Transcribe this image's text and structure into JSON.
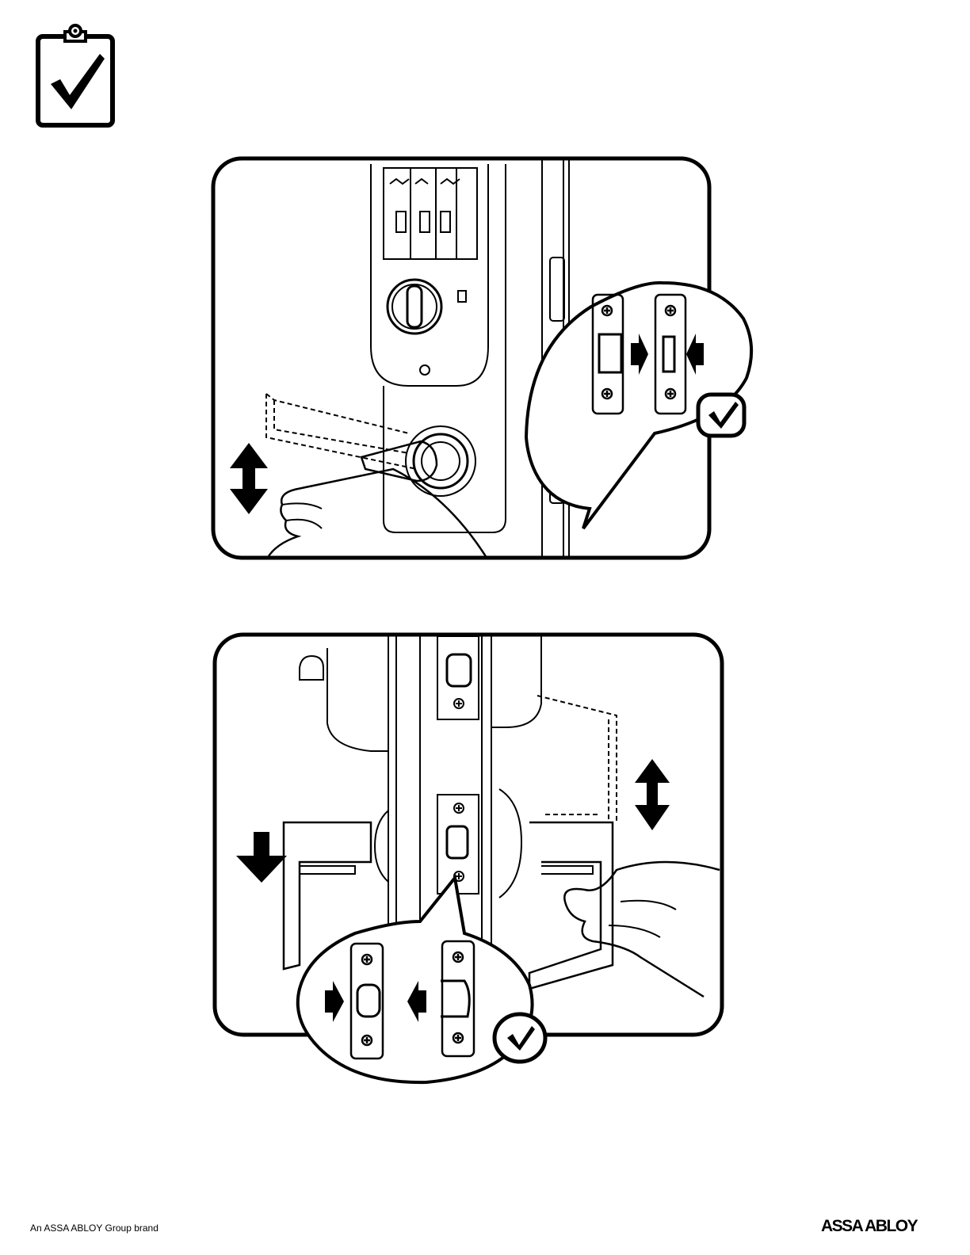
{
  "page": {
    "header_icon": "clipboard-checkmark-icon",
    "footer": {
      "brand_statement": "An ASSA ABLOY Group brand",
      "logo_text": "ASSA ABLOY"
    }
  },
  "panels": [
    {
      "id": "panel-1",
      "icons": [
        "double-arrow-vertical-icon",
        "arrow-right-icon",
        "arrow-left-icon",
        "checkmark-badge-icon"
      ]
    },
    {
      "id": "panel-2",
      "icons": [
        "arrow-down-icon",
        "double-arrow-vertical-icon",
        "arrow-right-icon",
        "arrow-left-icon",
        "checkmark-badge-icon"
      ]
    }
  ]
}
